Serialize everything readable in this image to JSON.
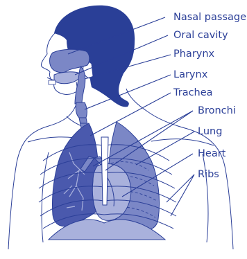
{
  "colors": {
    "hair": "#2a3f97",
    "organ_fill": "#7b87c6",
    "organ_light": "#a9b1dc",
    "organ_dark": "#4a59ad",
    "line": "#2b3f98",
    "label": "#2b3f98"
  },
  "labels": {
    "nasal_passage": "Nasal passage",
    "oral_cavity": "Oral cavity",
    "pharynx": "Pharynx",
    "larynx": "Larynx",
    "trachea": "Trachea",
    "bronchi": "Bronchi",
    "lung": "Lung",
    "heart": "Heart",
    "ribs": "Ribs"
  }
}
